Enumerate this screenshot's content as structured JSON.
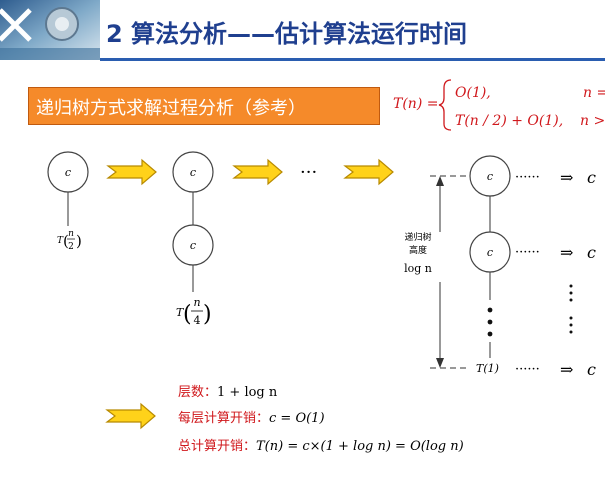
{
  "title": "2 算法分析——估计算法运行时间",
  "subtitle": "递归树方式求解过程分析（参考）",
  "recurrence": {
    "lhs": "T(n) =",
    "case1_expr": "O(1),",
    "case1_cond": "n =",
    "case2_expr": "T(n / 2) + O(1),",
    "case2_cond": "n >"
  },
  "tree": {
    "node_label": "c",
    "leaf_T": "T",
    "leaf_n": "n",
    "leaf_half": "2",
    "leaf_quarter": "4",
    "ellipsis": "···",
    "height_label_1": "递归树",
    "height_label_2": "高度",
    "height_log": "log n",
    "row_dots": "······",
    "row_arrow": "⇒",
    "row_value": "c",
    "base_T": "T(1)"
  },
  "summary": {
    "levels_label": "层数：",
    "levels_value": "1 + log n",
    "per_level_label": "每层计算开销：",
    "per_level_value": "c = O(1)",
    "total_label": "总计算开销：",
    "total_value": "T(n) = c×(1 + log n) = O(log n)"
  },
  "colors": {
    "title": "#1f3f8f",
    "subtitle_bg": "#f58a2a",
    "formula_red": "#d0181c",
    "arrow_fill": "#ffd21a",
    "arrow_stroke": "#b88a00"
  },
  "icons": [
    "block-arrow-right-icon"
  ]
}
